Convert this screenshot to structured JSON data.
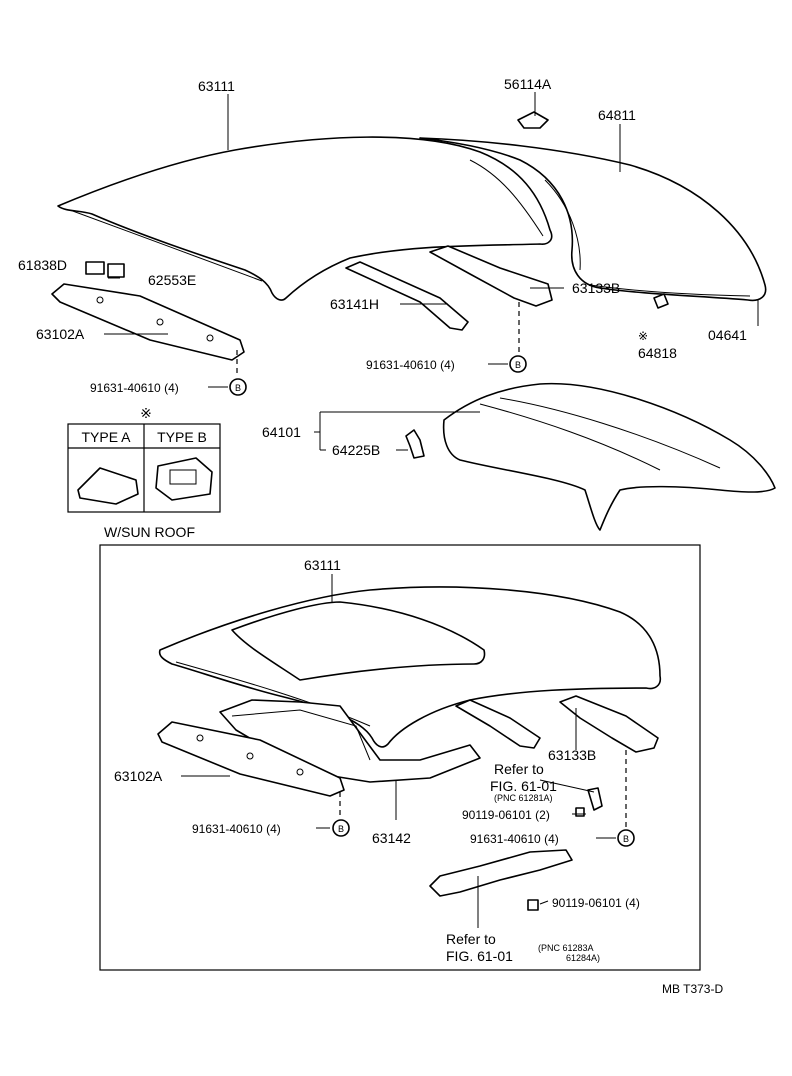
{
  "labels": {
    "roof_top": "63111",
    "retainer": "56114A",
    "roof_panel_rear": "64811",
    "weatherstrip": "04641",
    "clip_star": "64818",
    "clip_star_mark": "※",
    "pad_a": "61838D",
    "pad_b": "62553E",
    "bow_front": "63141H",
    "bow_rear": "63133B",
    "rail_front": "63102A",
    "bolt_top_front": "91631-40610 (4)",
    "bolt_top_rear": "91631-40610 (4)",
    "circle_b": "B",
    "back_panel": "64101",
    "bracket": "64225B",
    "sunroof_section": "W/SUN ROOF",
    "sr_roof": "63111",
    "sr_rail_front": "63102A",
    "sr_bow_rear": "63133B",
    "refer_to_1": "Refer to",
    "fig_1": "FIG. 61-01",
    "pnc_1": "(PNC 61281A)",
    "screw_2": "90119-06101 (2)",
    "sr_bolt_front": "91631-40610 (4)",
    "sr_bolt_rear": "91631-40610 (4)",
    "sr_opening_panel": "63142",
    "screw_4": "90119-06101 (4)",
    "refer_to_2": "Refer to",
    "fig_2": "FIG. 61-01",
    "pnc_2a": "(PNC 61283A",
    "pnc_2b": "61284A)",
    "figure_code": "MB T373-D"
  },
  "type_table": {
    "mark": "※",
    "type_a": "TYPE A",
    "type_b": "TYPE B"
  }
}
